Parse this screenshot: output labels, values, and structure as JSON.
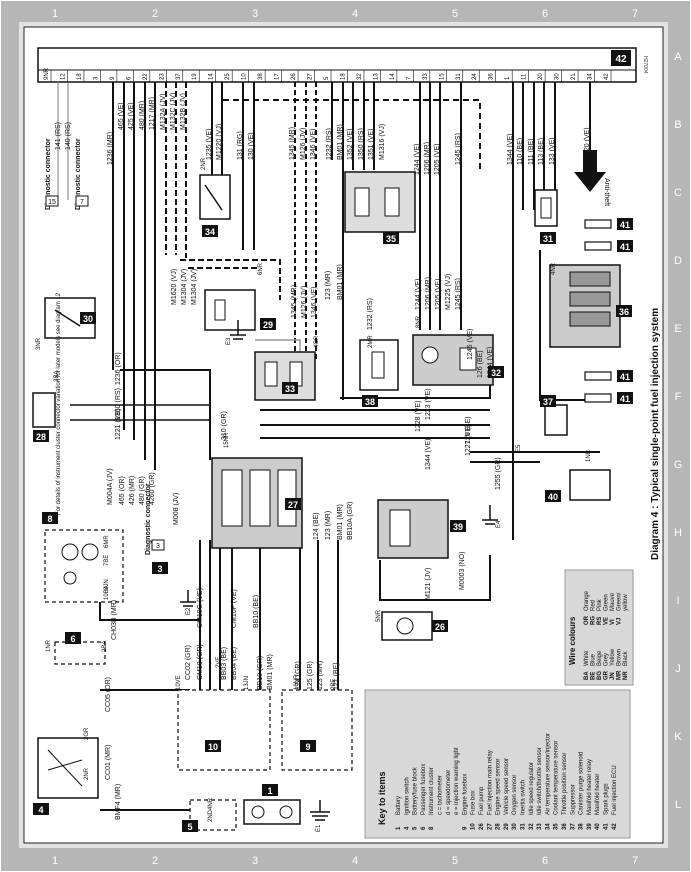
{
  "frame": {
    "top_numbers": [
      "1",
      "2",
      "3",
      "4",
      "5",
      "6",
      "7"
    ],
    "side_letters": [
      "A",
      "B",
      "C",
      "D",
      "E",
      "F",
      "G",
      "H",
      "I",
      "J",
      "K",
      "L"
    ],
    "bottom_numbers": [
      "1",
      "2",
      "3",
      "4",
      "5",
      "6",
      "7"
    ]
  },
  "caption": "Diagram 4 : Typical single-point fuel injection system",
  "ref_code": "H27004",
  "anti_theft": "Anti-theft",
  "connector_42_pins": [
    "9NR",
    "12",
    "18",
    "3",
    "9",
    "6",
    "22",
    "23",
    "37",
    "19",
    "14",
    "25",
    "10",
    "38",
    "17",
    "26",
    "27",
    "5",
    "18",
    "32",
    "13",
    "14",
    "7",
    "33",
    "15",
    "31",
    "24",
    "36",
    "1",
    "11",
    "20",
    "30",
    "21",
    "34",
    "42"
  ],
  "wires_top": [
    "141 (RS)",
    "140 (RS)",
    "1236 (MR)",
    "465 (VE)",
    "425 (VE)",
    "480 (MR)",
    "1217 (MR)",
    "M132A (JV)",
    "M132C (JV)",
    "M132B (JV)",
    "1235 (VE)",
    "M1220 (VJ)",
    "131 (RG)",
    "130 (VE)",
    "1345 (MR)",
    "M126 (JV)",
    "1346 (VE)",
    "1232 (RS)",
    "BM01 (MR)",
    "1352 (VE)",
    "1350 (RS)",
    "1351 (VE)",
    "M1316 (VJ)",
    "1244 (VE)",
    "1206 (MR)",
    "1205 (VE)",
    "1245 (RS)",
    "1344 (VE)",
    "110 (BE)",
    "111 (BE)",
    "113 (BE)",
    "133 (VE)",
    "820 (VE)"
  ],
  "wires_middle": [
    "M1620 (VJ)",
    "M1304 (JV)",
    "M1304 (JV)",
    "1345 (MR)",
    "M126 (JV)",
    "1346 (VE)",
    "123 (MR)",
    "BM01 (MR)",
    "1232 (RS)",
    "1244 (VE)",
    "1206 (MR)",
    "1205 (VE)",
    "M1225 (VJ)",
    "1245 (RS)",
    "1246 (VE)",
    "126 (BE)",
    "1344 (VE)",
    "1236 (OR)",
    "1360 (RS)",
    "1221 (VE)",
    "1223 (VE)",
    "1228 (VE)",
    "126 (BE)",
    "1227 (VE)",
    "1344 (VE)",
    "1255 (GR)",
    "310 (GR)"
  ],
  "wires_lower": [
    "M004A (JV)",
    "465 (OR)",
    "426 (MR)",
    "480 (GR)",
    "4260 (GR)",
    "M008 (JV)",
    "124 (BE)",
    "123 (MR)",
    "BM01 (MR)",
    "BB10A (GR)",
    "M0003 (NO)",
    "M121 (JV)",
    "CM10G (VE)",
    "CM10F (VE)",
    "BB10 (BE)",
    "CC02 (GR)",
    "CM10 (GR)",
    "BB03 (BE)",
    "BB04 (BE)",
    "BB10 (GR)",
    "BM01 (MR)",
    "124 (GR)",
    "125 (GR)",
    "123 (MR)",
    "121 (BE)",
    "CH03B (MR)",
    "CC05 (OR)",
    "CC01 (MR)",
    "BMF4 (MR)"
  ],
  "component_tags": [
    "42",
    "34",
    "35",
    "31",
    "36",
    "30",
    "29",
    "33",
    "32",
    "28",
    "37",
    "41",
    "41",
    "41",
    "41",
    "27",
    "38",
    "8",
    "39",
    "40",
    "26",
    "6",
    "4",
    "10",
    "9",
    "5",
    "1",
    "3"
  ],
  "connector_labels": [
    "2NR",
    "6NR",
    "4NR",
    "3NR",
    "4GR",
    "2MR",
    "8NR",
    "5NR",
    "1NR",
    "15NR",
    "2BA",
    "3BA",
    "6MR",
    "7BE",
    "8JN",
    "10BA",
    "1NR",
    "2GR",
    "2NR",
    "2VE",
    "13JN",
    "10NR",
    "10VE",
    "2BE",
    "4NR",
    "2ND",
    "E1",
    "E2",
    "E3",
    "E4",
    "E5"
  ],
  "diag_connectors": [
    {
      "tag": "15",
      "label": "Diagnostic connector"
    },
    {
      "tag": "7",
      "label": "Diagnostic connector"
    },
    {
      "tag": "3",
      "label": "Diagnostic connector"
    }
  ],
  "inst_note": "For details of instrument cluster connector variation for later models see diagram 12",
  "key_title": "Key to items",
  "key_items": [
    {
      "n": "1",
      "t": "Battery"
    },
    {
      "n": "4",
      "t": "Ignition switch"
    },
    {
      "n": "5",
      "t": "Battery/fuse block"
    },
    {
      "n": "6",
      "t": "Passenger fusebox"
    },
    {
      "n": "8",
      "t": "Instrument cluster"
    },
    {
      "n": "",
      "t": "c = tachometer"
    },
    {
      "n": "",
      "t": "d = speedometer"
    },
    {
      "n": "",
      "t": "e = injection warning light"
    },
    {
      "n": "9",
      "t": "Engine fusebox"
    },
    {
      "n": "10",
      "t": "Fuse box"
    },
    {
      "n": "26",
      "t": "Fuel pump"
    },
    {
      "n": "27",
      "t": "Fuel injection main relay"
    },
    {
      "n": "28",
      "t": "Engine speed sensor"
    },
    {
      "n": "29",
      "t": "Vehicle speed sensor"
    },
    {
      "n": "30",
      "t": "Oxygen sensor"
    },
    {
      "n": "31",
      "t": "Inertia switch"
    },
    {
      "n": "32",
      "t": "Idle speed regulator"
    },
    {
      "n": "33",
      "t": "Idle switch/throttle sensor"
    },
    {
      "n": "34",
      "t": "Air temperature sensor/injector"
    },
    {
      "n": "35",
      "t": "Coolant temperature sensor"
    },
    {
      "n": "36",
      "t": "Throttle position sensor"
    },
    {
      "n": "37",
      "t": "Suppressor"
    },
    {
      "n": "38",
      "t": "Canister purge solenoid"
    },
    {
      "n": "39",
      "t": "Manifold heater relay"
    },
    {
      "n": "40",
      "t": "Manifold heater"
    },
    {
      "n": "41",
      "t": "Spark plugs"
    },
    {
      "n": "42",
      "t": "Fuel injection ECU"
    }
  ],
  "colour_title": "Wire colours",
  "colours": [
    [
      "BA",
      "White"
    ],
    [
      "OR",
      "Orange"
    ],
    [
      "BE",
      "Blue"
    ],
    [
      "RG",
      "Red"
    ],
    [
      "BG",
      "Beige"
    ],
    [
      "RS",
      "Pink"
    ],
    [
      "GR",
      "Grey"
    ],
    [
      "VE",
      "Green"
    ],
    [
      "JN",
      "Yellow"
    ],
    [
      "VI",
      "Mauve"
    ],
    [
      "MR",
      "Brown"
    ],
    [
      "VJ",
      "Green/"
    ],
    [
      "NR",
      "Black"
    ],
    [
      "",
      "yellow"
    ]
  ]
}
